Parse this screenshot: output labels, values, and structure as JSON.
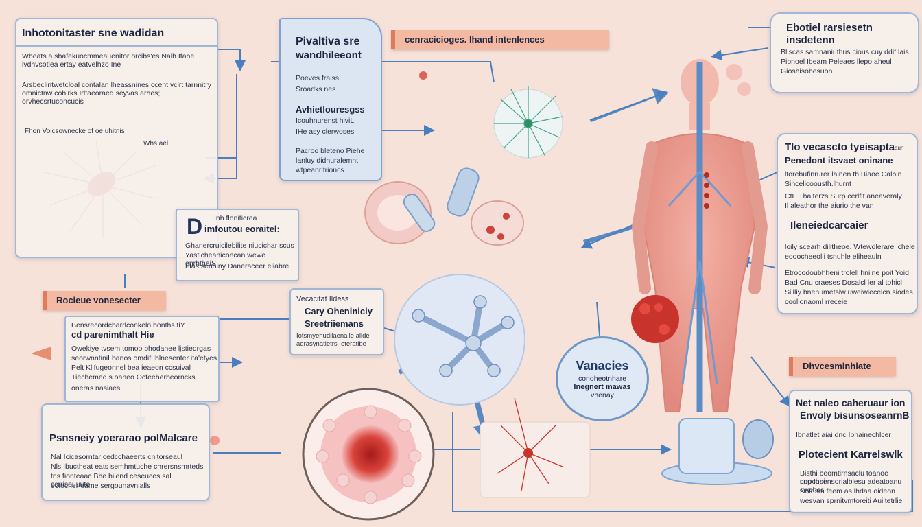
{
  "colors": {
    "background": "#f6e2d9",
    "panel_border": "#9fb6d6",
    "arrow": "#4a7fbf",
    "ribbon": "#f3b9a3",
    "cell_red": "#c8332b"
  },
  "top_left_panel": {
    "title": "Inhotonitaster sne wadidan",
    "para1": "Wbeats a sbafekuocmmeauenitor orcibs'es Nalh Ifahe ivdhvsotlea ertay eatvelhzo Ine",
    "para2": "Arsbeclintwetcloal contalan lheassnines ccent vclrt tarnnitry omnictnw cohlrks Idtaeoraed seyvas arhes; orvhecsrtuconcucis",
    "caption": "Fhon Voicsownecke of oe uhitnis",
    "label": "Whs ael"
  },
  "blue_panel": {
    "title": "Pivaltiva sre",
    "subtitle": "wandhileeont",
    "line1": "Poeves fraiss",
    "line2": "Sroadxs nes",
    "heading2": "Avhietlouresgss",
    "line3": "Icouhnurenst hiviL",
    "line4": "IHe asy clerwoses",
    "line5": "Pacroo bleteno Piehe",
    "line6": "lanluy didnuralemnt",
    "line7": "wtpeanrltrioncs"
  },
  "top_center_ribbon": "cenracicioges. Ihand intenlences",
  "d_panel": {
    "letter": "D",
    "title_a": "Inh floniticrea",
    "title_b": "imfoutou eoraitel:",
    "line1": "Ghanercruicilebilite niucichar scus",
    "line2": "Yasticheaniconcan wewe enrhtheiS",
    "line3": "Flas senoiny Daneraceer eliabre"
  },
  "top_right_panel": {
    "title": "Ebotiel rarsiesetn insdetenn",
    "line1": "Bliscas samnaniuthus cious cuy ddif lais",
    "line2": "Pionoel Ibeam Peleaes llepo aheul",
    "line3": "Gioshisobesuon"
  },
  "right_panel": {
    "title": "Tlo vecascto tyeisapta",
    "title_note": "aun",
    "heading": "Penedont itsvaet oninane",
    "line1": "ltorebufinrurer lainen tb Biaoe Calbin",
    "line2": "Sincelicoousth.lhurnt",
    "line3": "CtE Thaiterzs Surp cerlfit aneaveraly",
    "line4": "Il aleathor the aiurio the van",
    "heading2": "Ileneiedcarcaier",
    "line5": "loily scearh dilitheoe. Wtewdlerarel chele",
    "line6": "eooocheeolli tsnuhle eliheauln",
    "line7": "Etrocodoubhheni trolell hniine poit Yoid",
    "line8": "Bad Cnu craeses Dosalcl ler al tohicl",
    "line9": "Sillliy bnenumetsiw uweiwiecelcn siodes",
    "line10": "coollonaoml rreceie"
  },
  "center_small_panel": {
    "line1": "Vecacitat Ildess",
    "line2": "Cary Oheniniciy",
    "line3": "Sreetriiemans",
    "line4": "Iotsmyehudilaenalle allde",
    "line5": "aerasynatietrs Ieteratibe"
  },
  "left_ribbon": "Rocieue vonesecter",
  "left_mid_panel": {
    "title_a": "Bensrecordcharrlconkelo bonths tiY",
    "title_b": "cd parenimthalt Hie",
    "line1": "Owekiye tvsem tomoo bhodanee ljstiedrgas",
    "line2": "seorwnntiniLbanos omdif Iblnesenter ita'etyes",
    "line3": "Pelt Klifugeonnel bea ieaeon ccsuival",
    "line4": "Tiechemed s oaneo Ocfeeherbeorncks",
    "line5": "oneras nasiaes"
  },
  "bottom_left_panel": {
    "title": "Psnsneiy yoerarao polMalcare",
    "line1": "Nal Icicasorntar cedcchaeerts cnltorseaul",
    "line2": "Nls Ibuctheat eats semhmtuche chrersnsmrteds",
    "line3": "tns fionteaac Bhe biiend ceseuces sal ccrrisouuuto",
    "line4": "ectecher eame sergounavnialls"
  },
  "circle_label": {
    "title": "Vanacies",
    "line1": "conoheotnhare",
    "line2": "Inegnert mawas",
    "line3": "vhenay"
  },
  "right_ribbon": "Dhvcesminhiate",
  "bottom_right_panel": {
    "title": "Net naleo caheruaur ion",
    "subtitle": "Envoly bisunsoseanrnB",
    "line1": "Ibnatlet aiai dnc Ibhainechlcer",
    "heading": "Plotecient Karrelswlk",
    "line2": "Bisthi beomtirnsaclu toanoe nooconi",
    "line3": "cnp Ihsensorialblesu adeatoanu cwehes",
    "line4": "Nolosm feem as lhdaa oideon",
    "line5": "wesvan sprnitvmtoreiti Auiltetrlie"
  }
}
